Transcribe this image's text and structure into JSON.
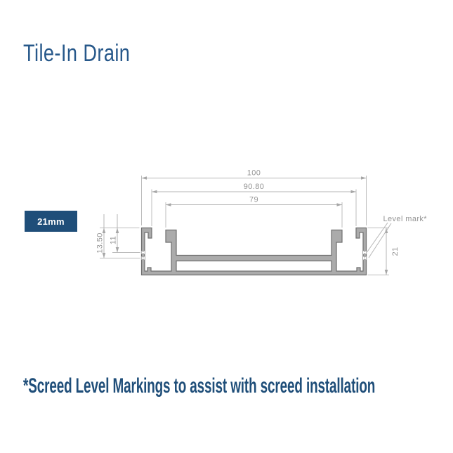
{
  "header": {
    "title": "Tile-In Drain"
  },
  "badge": {
    "label": "21mm"
  },
  "drawing": {
    "dim_overall_width": "100",
    "dim_flange_width": "90.80",
    "dim_channel_width": "79",
    "dim_mark_depth_lower": "13.50",
    "dim_mark_depth_upper": "11",
    "dim_height": "21",
    "level_mark_label": "Level mark*"
  },
  "footnote": {
    "text": "*Screed Level Markings to assist with screed installation"
  },
  "colors": {
    "heading_blue": "#27588a",
    "brand_navy": "#1f4e79",
    "badge_text": "#ffffff",
    "profile_fill": "#ababab",
    "profile_stroke": "#6f6f6f",
    "dimension_line": "#b6b6b6",
    "dimension_text": "#949494"
  }
}
